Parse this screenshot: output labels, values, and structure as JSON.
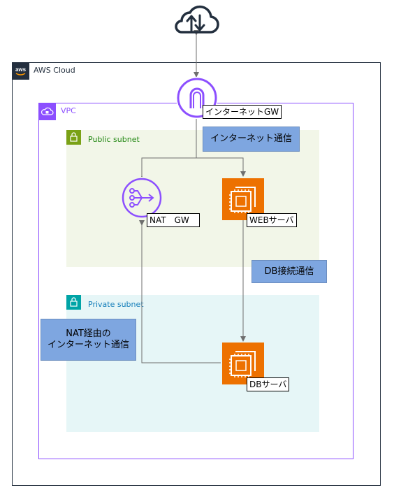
{
  "colors": {
    "aws_border": "#232F3E",
    "vpc": "#8C4FFF",
    "public_subnet_fill": "#F2F6E8",
    "public_subnet_accent": "#7AA116",
    "private_subnet_fill": "#E6F6F7",
    "private_subnet_accent": "#00A4A6",
    "ec2": "#ED7100",
    "note_fill": "#7EA6E0",
    "arrow": "#6E6E6E"
  },
  "containers": {
    "aws_cloud": "AWS Cloud",
    "vpc": "VPC",
    "public_subnet": "Public subnet",
    "private_subnet": "Private subnet"
  },
  "nodes": {
    "internet_gw": "インターネットGW",
    "nat_gw": "NAT　GW",
    "web_server": "WEBサーバ",
    "db_server": "DBサーバ"
  },
  "notes": {
    "internet": "インターネット通信",
    "db": "DB接続通信",
    "nat_line1": "NAT経由の",
    "nat_line2": "インターネット通信"
  },
  "icons": [
    "internet-cloud-icon",
    "aws-logo-icon",
    "vpc-cloud-lock-icon",
    "public-lock-icon",
    "private-lock-icon",
    "internet-gateway-icon",
    "nat-gateway-icon",
    "ec2-instance-icon"
  ]
}
